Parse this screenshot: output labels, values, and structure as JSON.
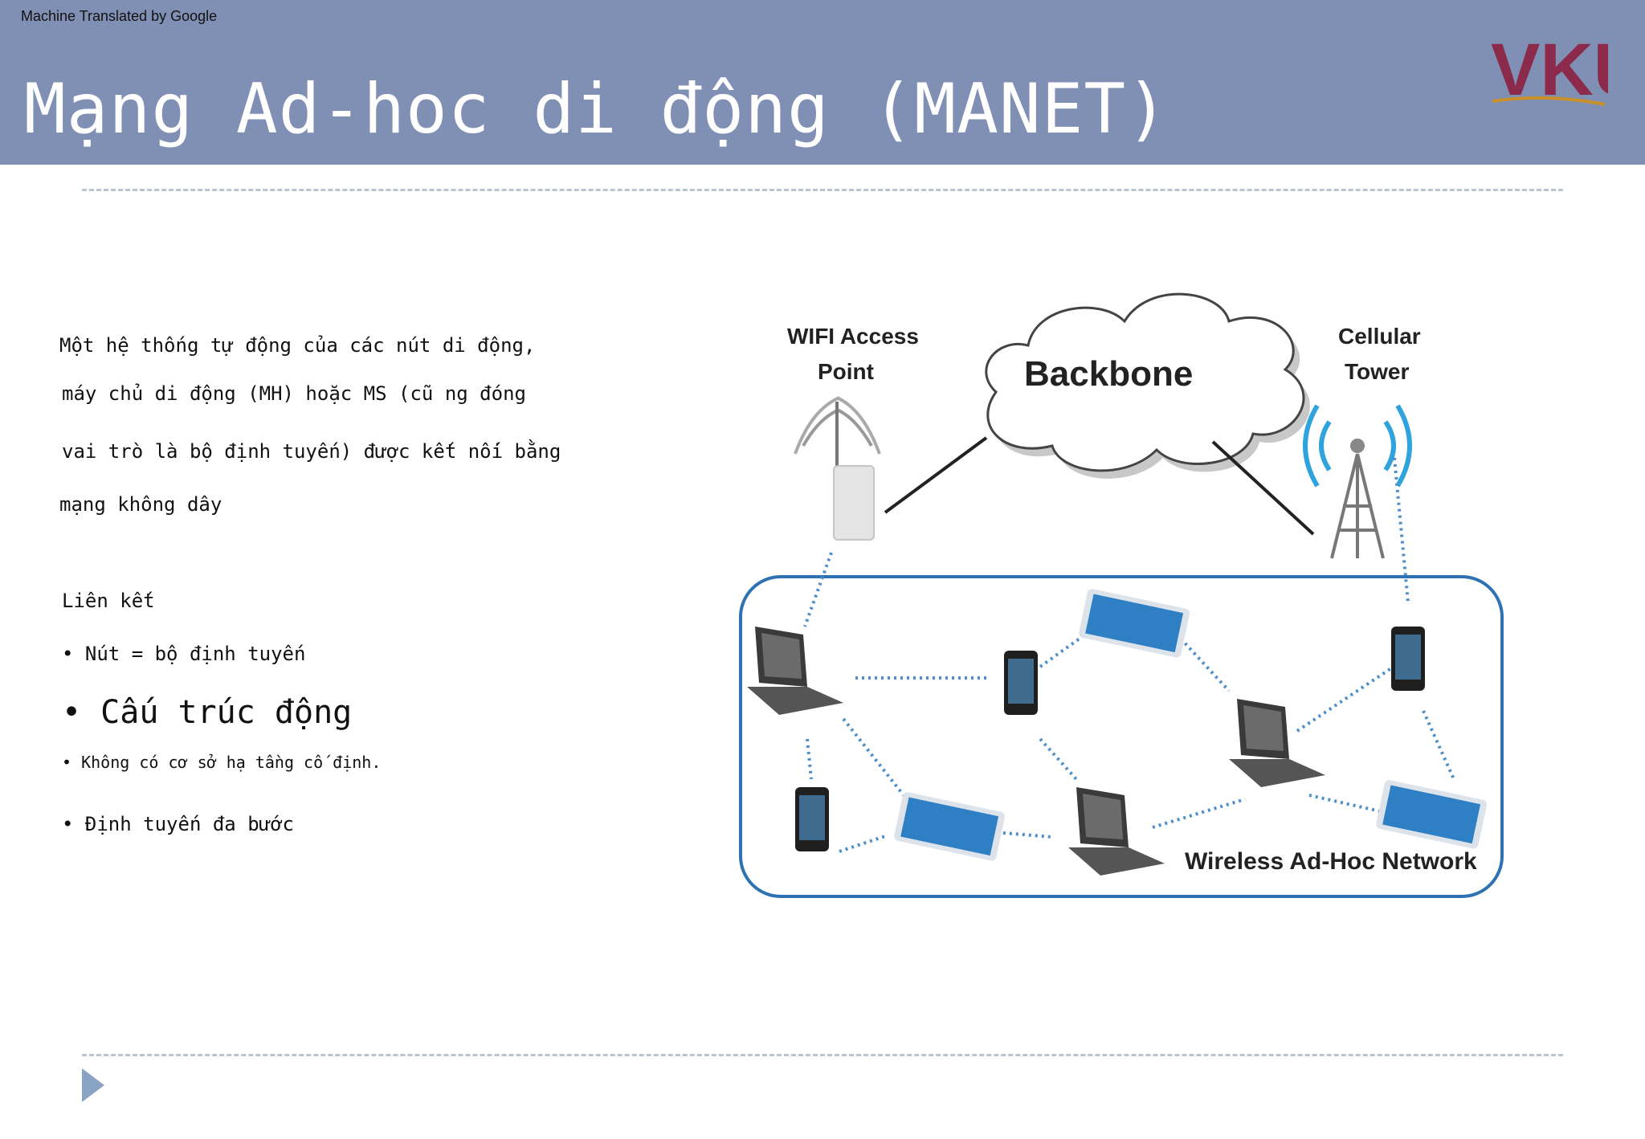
{
  "header": {
    "machine_translated": "Machine Translated by Google",
    "title": "Mạng Ad-hoc di động (MANET)",
    "logo_text": "VKU"
  },
  "body": {
    "intro_lines": [
      "Một hệ thống tự động của các nút di động,",
      "máy chủ di động (MH) hoặc MS (cũ ng đóng",
      "vai trò là bộ định tuyến) được kết nối bằng",
      "mạng không dây"
    ],
    "section_heading": "Liên kết",
    "bullets": [
      "• Nút = bộ định tuyến",
      "• Cấu trúc động",
      "• Không có cơ sở hạ tầng cố định.",
      "• Định tuyến đa bước"
    ]
  },
  "diagram": {
    "wifi_label_line1": "WIFI Access",
    "wifi_label_line2": "Point",
    "backbone_label": "Backbone",
    "tower_label_line1": "Cellular",
    "tower_label_line2": "Tower",
    "network_label": "Wireless Ad-Hoc Network"
  },
  "colors": {
    "header_bg": "#8090b4",
    "network_border": "#2d73b3",
    "link_dots": "#4f8fc9",
    "signal_blue": "#2ea3dd"
  }
}
